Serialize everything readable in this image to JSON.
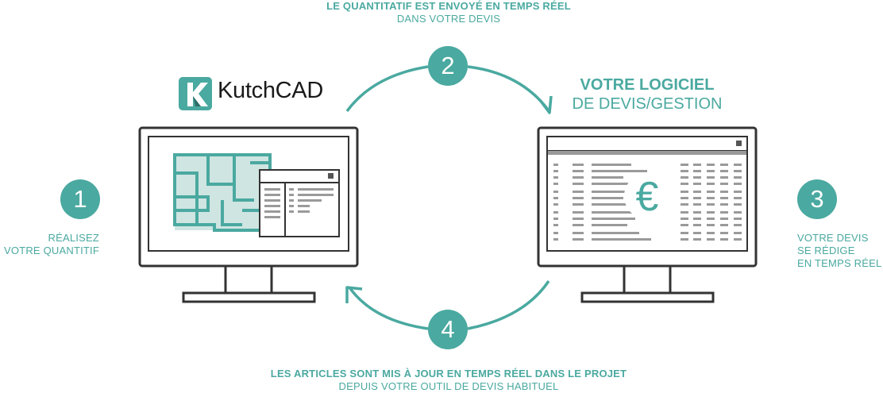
{
  "top_caption": {
    "bold": "LE QUANTITATIF EST ENVOYÉ EN TEMPS RÉEL",
    "normal": "DANS VOTRE DEVIS"
  },
  "bottom_caption": {
    "bold": "LES ARTICLES SONT MIS À JOUR EN TEMPS RÉEL DANS LE PROJET",
    "normal": "DEPUIS VOTRE OUTIL DE DEVIS HABITUEL"
  },
  "logo": {
    "text": "KutchCAD",
    "icon": "kutchcad-logo-icon"
  },
  "software": {
    "line1": "VOTRE LOGICIEL",
    "line2": "DE DEVIS/GESTION"
  },
  "steps": [
    {
      "number": "1",
      "lines": [
        "RÉALISEZ",
        "VOTRE QUANTITIF"
      ]
    },
    {
      "number": "2"
    },
    {
      "number": "3",
      "lines": [
        "VOTRE DEVIS",
        "SE RÉDIGE",
        "EN TEMPS RÉEL"
      ]
    },
    {
      "number": "4"
    }
  ],
  "quote_screen": {
    "currency_symbol": "€"
  },
  "colors": {
    "accent": "#4aa9a0",
    "dark": "#333333",
    "light_teal": "#cfe5e2"
  }
}
